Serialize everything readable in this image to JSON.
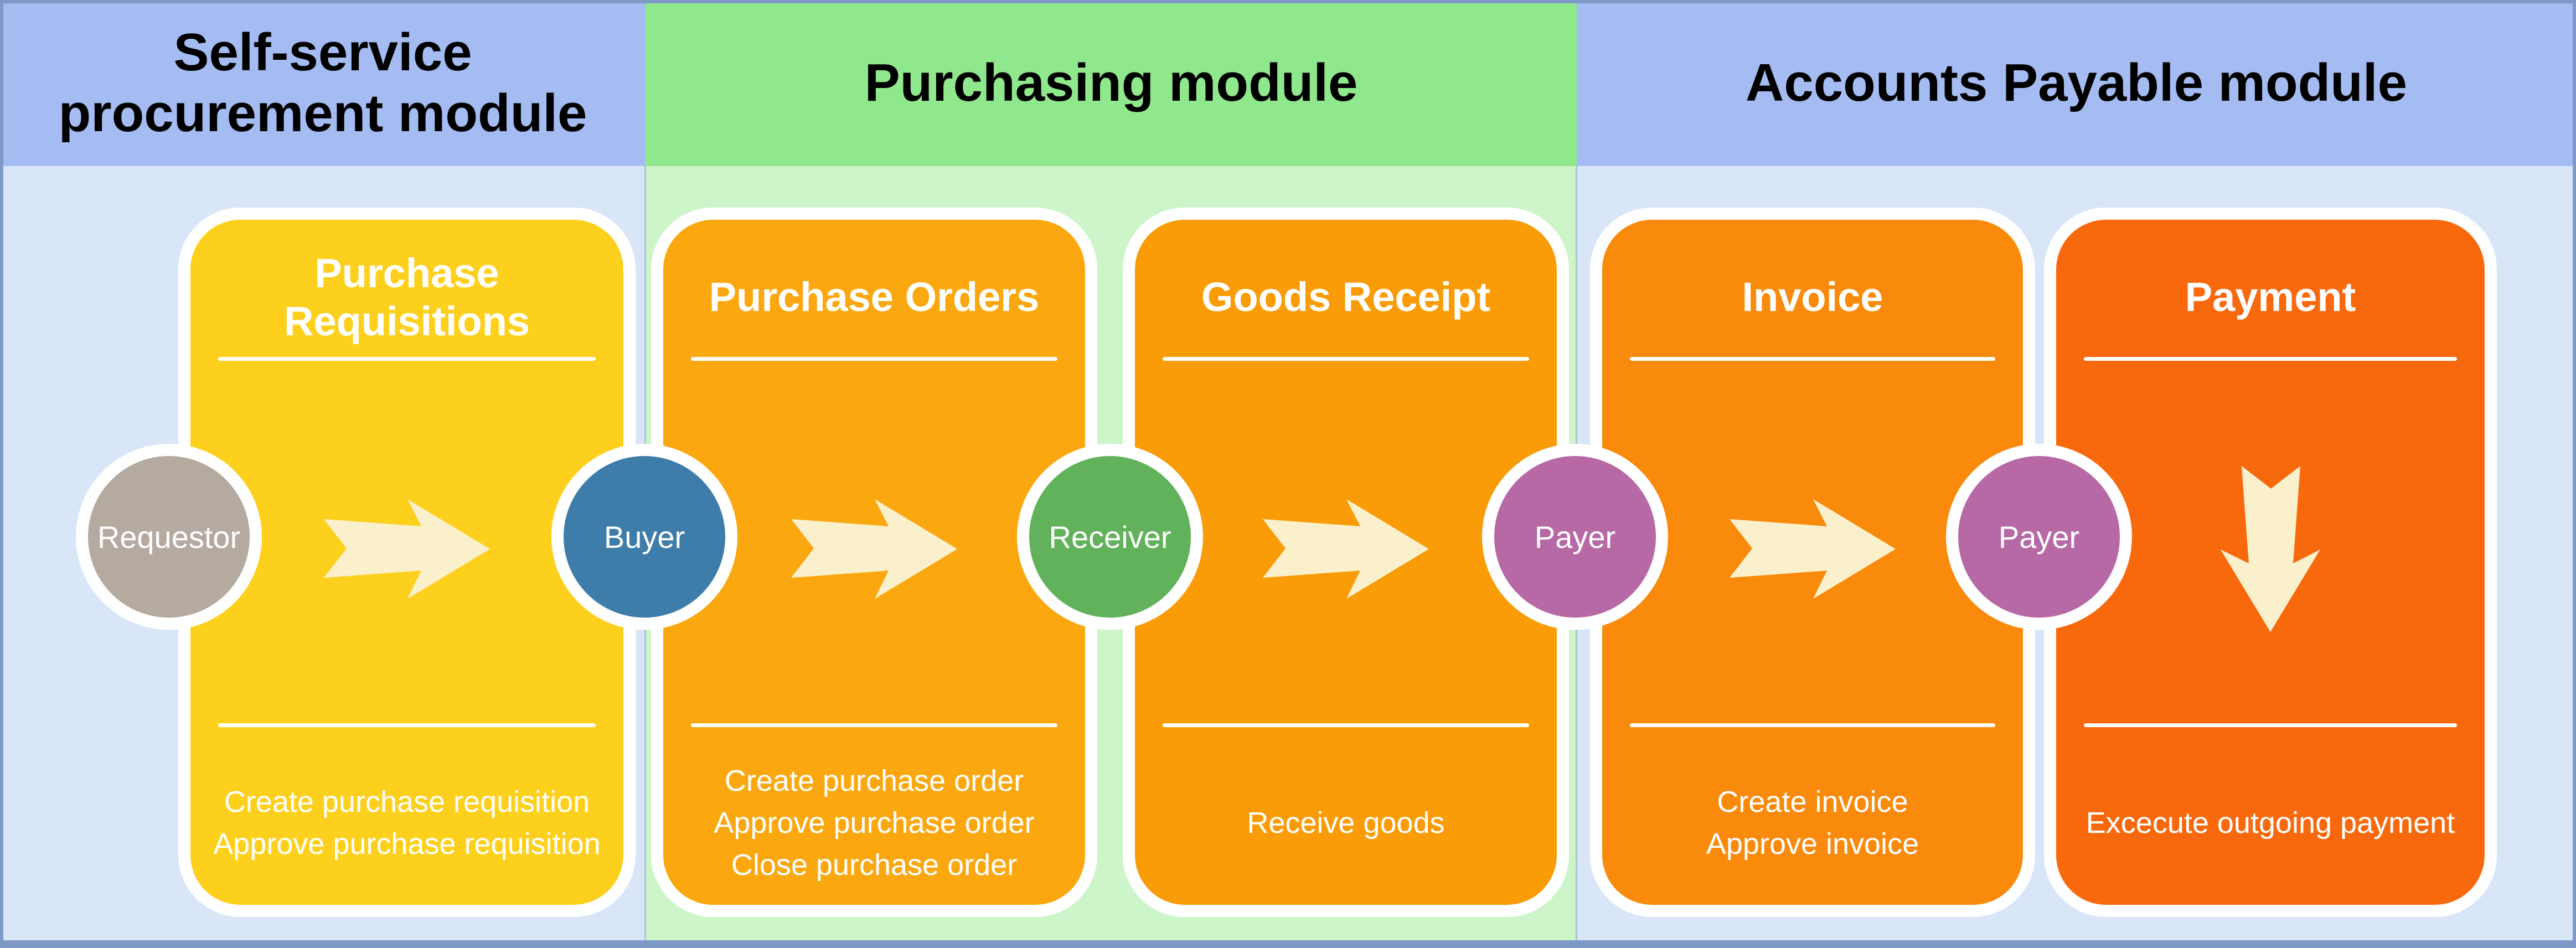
{
  "modules": [
    {
      "label": "Self-service procurement module",
      "header_bg": "#A4BCF2",
      "body_bg": "#D9E6F8",
      "border_color": "#8199C9"
    },
    {
      "label": "Purchasing module",
      "header_bg": "#90E88C",
      "body_bg": "#CDF5C9",
      "border_color": "#96AB7E"
    },
    {
      "label": "Accounts Payable module",
      "header_bg": "#A4BCF2",
      "body_bg": "#D9E6F8",
      "border_color": "#8199C9"
    }
  ],
  "cards": [
    {
      "title": "Purchase Requisitions",
      "color": "#FED01E",
      "tasks": [
        "Create purchase requisition",
        "Approve purchase requisition"
      ],
      "arrow": "right"
    },
    {
      "title": "Purchase Orders",
      "color": "#FBA810",
      "tasks": [
        "Create purchase order",
        "Approve purchase order",
        "Close purchase order"
      ],
      "arrow": "right"
    },
    {
      "title": "Goods Receipt",
      "color": "#F99C07",
      "tasks": [
        "Receive goods"
      ],
      "arrow": "right"
    },
    {
      "title": "Invoice",
      "color": "#F98A0B",
      "tasks": [
        "Create invoice",
        "Approve invoice"
      ],
      "arrow": "right"
    },
    {
      "title": "Payment",
      "color": "#F8690D",
      "tasks": [
        "Excecute outgoing payment"
      ],
      "arrow": "down"
    }
  ],
  "roles": [
    {
      "label": "Requestor",
      "color": "#B4AA9F"
    },
    {
      "label": "Buyer",
      "color": "#3E7CA9"
    },
    {
      "label": "Receiver",
      "color": "#62B25C"
    },
    {
      "label": "Payer",
      "color": "#B769A6"
    },
    {
      "label": "Payer",
      "color": "#B769A6"
    }
  ],
  "arrow_color": "#FAF0CB",
  "line_color": "#FFFFFF"
}
